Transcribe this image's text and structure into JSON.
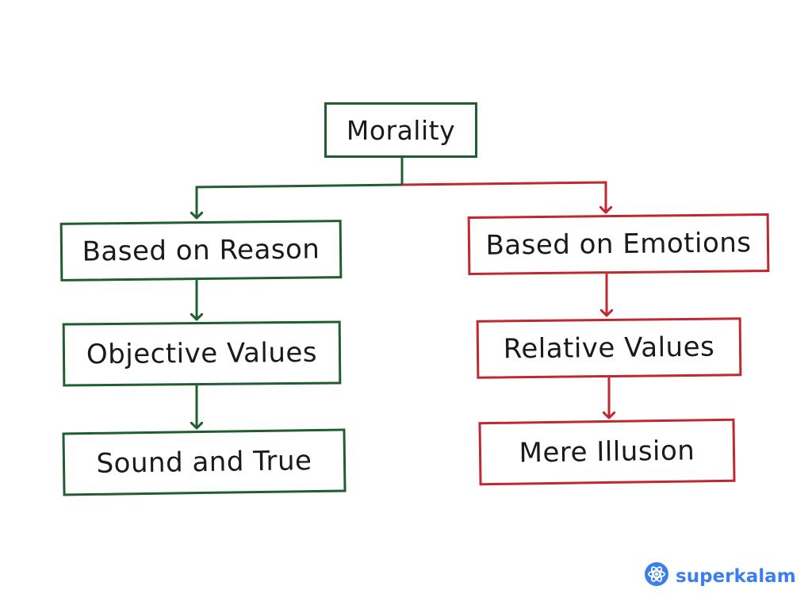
{
  "diagram": {
    "root": {
      "label": "Morality"
    },
    "left_branch": {
      "color": "#1f5e2e",
      "nodes": [
        {
          "label": "Based on Reason"
        },
        {
          "label": "Objective Values"
        },
        {
          "label": "Sound and True"
        }
      ]
    },
    "right_branch": {
      "color": "#c0282f",
      "nodes": [
        {
          "label": "Based on Emotions"
        },
        {
          "label": "Relative Values"
        },
        {
          "label": "Mere Illusion"
        }
      ]
    }
  },
  "branding": {
    "logo_text": "superkalam",
    "logo_color": "#3d7fea",
    "logo_icon": "atom-icon"
  }
}
